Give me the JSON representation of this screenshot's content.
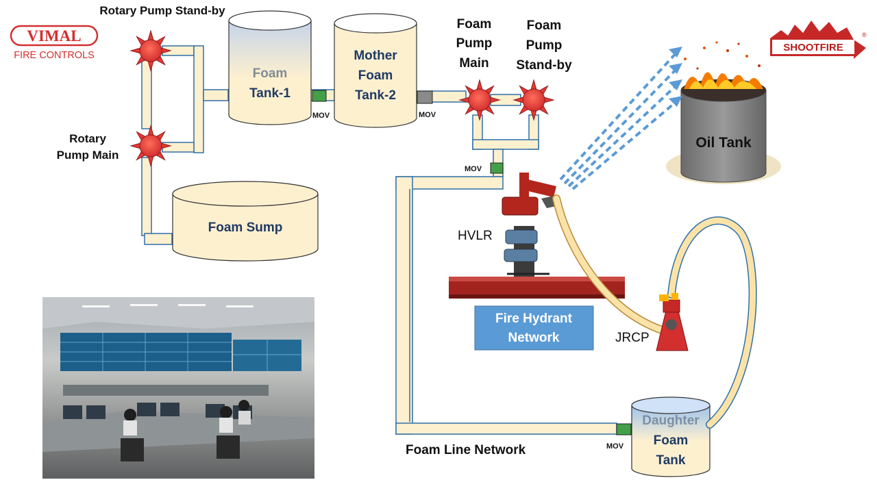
{
  "logos": {
    "vimal": {
      "line1": "VIMAL",
      "line2": "FIRE CONTROLS",
      "color": "#d32f2f"
    },
    "shootfire": {
      "text": "SHOOTFIRE",
      "mark": "®",
      "color": "#c62828"
    }
  },
  "labels": {
    "rotary_pump_standby": "Rotary Pump Stand-by",
    "rotary_pump_main_1": "Rotary",
    "rotary_pump_main_2": "Pump Main",
    "foam_pump_main_1": "Foam",
    "foam_pump_main_2": "Pump",
    "foam_pump_main_3": "Main",
    "foam_pump_standby_1": "Foam",
    "foam_pump_standby_2": "Pump",
    "foam_pump_standby_3": "Stand-by",
    "hvlr": "HVLR",
    "jrcp": "JRCP",
    "foam_line_network": "Foam Line Network"
  },
  "tanks": {
    "foam_tank_1": {
      "line1": "Foam",
      "line2": "Tank-1"
    },
    "mother_foam_tank_2": {
      "line1": "Mother",
      "line2": "Foam",
      "line3": "Tank-2"
    },
    "foam_sump": {
      "line1": "Foam Sump"
    },
    "oil_tank": {
      "line1": "Oil Tank"
    },
    "daughter_foam_tank": {
      "line1": "Daughter",
      "line2": "Foam",
      "line3": "Tank"
    }
  },
  "fire_hydrant_network": {
    "line1": "Fire Hydrant",
    "line2": "Network",
    "color": "#5b9bd5"
  },
  "movs": [
    "MOV",
    "MOV",
    "MOV",
    "MOV"
  ],
  "icons": {
    "pump": "sun-burst-pump-icon",
    "valve": "mov-valve-icon",
    "monitor": "hvlr-monitor-icon",
    "jrcp": "jrcp-cannon-icon",
    "control_room": "control-room-photo"
  },
  "colors": {
    "pipe_fill": "#fdf0cf",
    "pipe_stroke": "#2f6fa8",
    "tank_fill": "#fdf0cf",
    "pump_fill": "#e53935",
    "mov_green": "#43a047",
    "mov_grey": "#8a8a8a",
    "spray": "#5b9bd5"
  }
}
